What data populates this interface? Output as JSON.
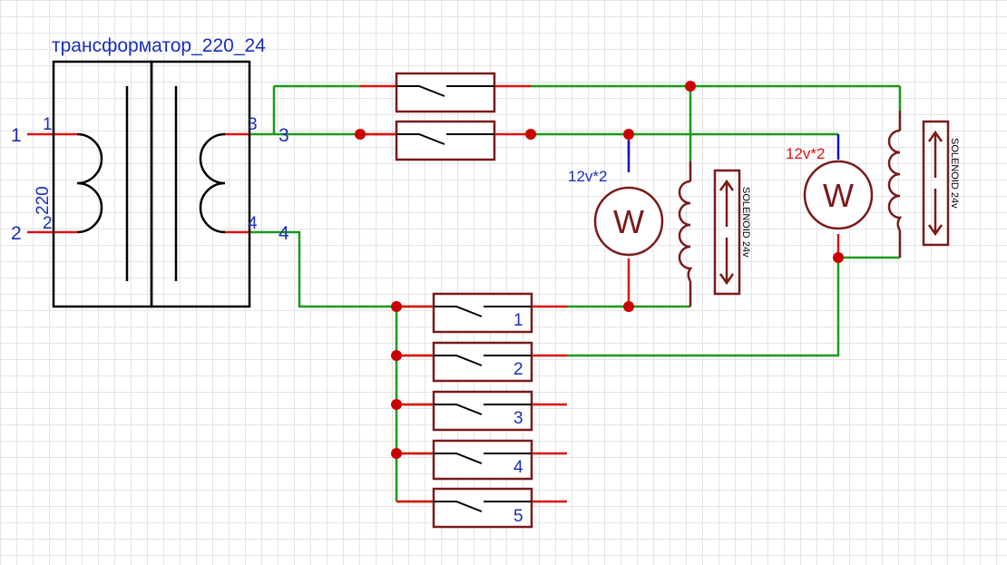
{
  "colors": {
    "component": "#7a1a1a",
    "wire_green": "#1a9a1a",
    "wire_red": "#e01010",
    "wire_blue": "#1010cc",
    "junction": "#cc0000",
    "label_blue": "#1a2fb8",
    "label_red": "#e01010",
    "outline": "#000000"
  },
  "transformer": {
    "title": "трансформатор_220_24",
    "primary_voltage": "220",
    "pins": [
      "1",
      "2",
      "3",
      "4"
    ],
    "net_labels": [
      "1",
      "2",
      "3",
      "4"
    ]
  },
  "loads": [
    {
      "symbol": "W",
      "label": "12v*2",
      "solenoid_label": "SOLENOID 24v",
      "label_color": "label_blue"
    },
    {
      "symbol": "W",
      "label": "12v*2",
      "solenoid_label": "SOLENOID 24v",
      "label_color": "label_red"
    }
  ],
  "switches": {
    "numbered": [
      "1",
      "2",
      "3",
      "4",
      "5"
    ]
  }
}
